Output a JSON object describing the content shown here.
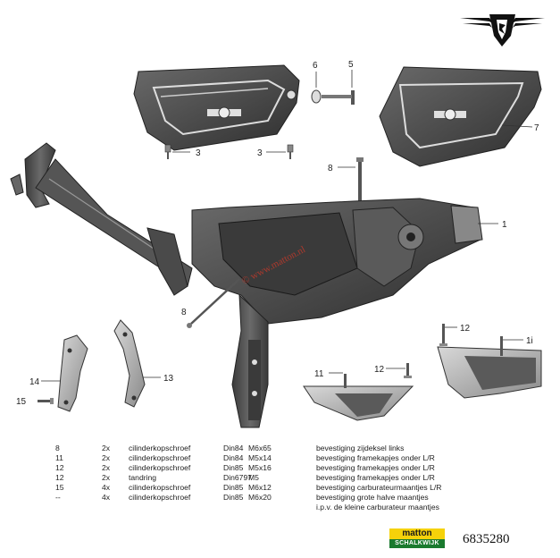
{
  "callouts": {
    "c1": "1",
    "c3a": "3",
    "c3b": "3",
    "c5": "5",
    "c6": "6",
    "c7": "7",
    "c8a": "8",
    "c8b": "8",
    "c11a": "11",
    "c11b": "1i",
    "c12a": "12",
    "c12b": "12",
    "c13": "13",
    "c14": "14",
    "c15": "15"
  },
  "watermark": "© www.matton.nl",
  "parts": [
    {
      "ref": "8",
      "qty": "2x",
      "name": "cilinderkopschroef",
      "norm": "Din84",
      "size": "M6x65",
      "desc": "bevestiging zijdeksel links"
    },
    {
      "ref": "11",
      "qty": "2x",
      "name": "cilinderkopschroef",
      "norm": "Din84",
      "size": "M5x14",
      "desc": "bevestiging framekapjes onder L/R"
    },
    {
      "ref": "12",
      "qty": "2x",
      "name": "cilinderkopschroef",
      "norm": "Din85",
      "size": "M5x16",
      "desc": "bevestiging framekapjes onder L/R"
    },
    {
      "ref": "12",
      "qty": "2x",
      "name": "tandring",
      "norm": "Din6797",
      "size": "M5",
      "desc": "bevestiging framekapjes onder L/R"
    },
    {
      "ref": "15",
      "qty": "4x",
      "name": "cilinderkopschroef",
      "norm": "Din85",
      "size": "M6x12",
      "desc": "bevestiging carburateurmaantjes L/R"
    },
    {
      "ref": "--",
      "qty": "4x",
      "name": "cilinderkopschroef",
      "norm": "Din85",
      "size": "M6x20",
      "desc": "bevestiging grote halve maantjes"
    },
    {
      "ref": "",
      "qty": "",
      "name": "",
      "norm": "",
      "size": "",
      "desc": "i.p.v. de kleine carburateur maantjes"
    }
  ],
  "logo": {
    "top": "matton",
    "bottom": "SCHALKWIJK"
  },
  "catalog_number": "6835280",
  "colors": {
    "ink": "#1a1a1a",
    "panel": "#4a4a4a",
    "watermark": "#c0392b",
    "logo_yellow": "#f5d20a",
    "logo_green": "#1a7a2e"
  }
}
